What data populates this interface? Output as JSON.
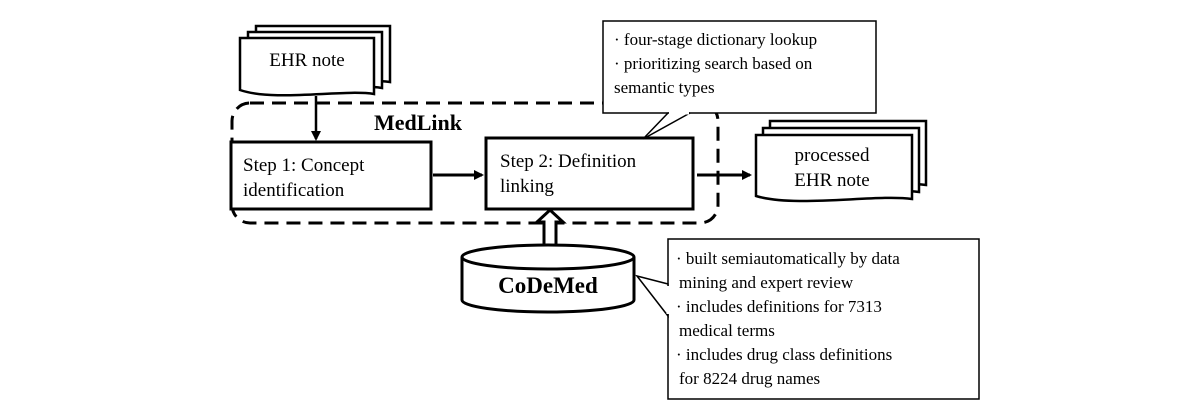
{
  "input_note": {
    "label": "EHR note"
  },
  "system": {
    "name": "MedLink"
  },
  "step1": {
    "line1": "Step 1: Concept",
    "line2": "identification"
  },
  "step2": {
    "line1": "Step 2: Definition",
    "line2": "linking"
  },
  "output_note": {
    "line1": "processed",
    "line2": "EHR note"
  },
  "database": {
    "name": "CoDeMed"
  },
  "callout_top": {
    "lines": [
      "· four-stage dictionary lookup",
      "· prioritizing search based on",
      "semantic types"
    ]
  },
  "callout_bottom": {
    "lines": [
      "· built semiautomatically by data",
      "mining and expert review",
      "· includes definitions for 7313",
      "medical terms",
      "· includes drug class definitions",
      "for 8224 drug names"
    ]
  }
}
